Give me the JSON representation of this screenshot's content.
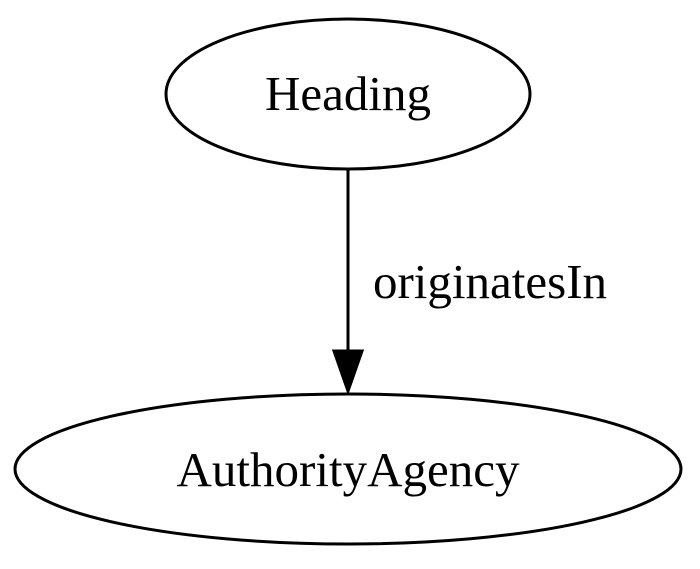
{
  "diagram": {
    "nodes": [
      {
        "id": "heading",
        "label": "Heading"
      },
      {
        "id": "authority_agency",
        "label": "AuthorityAgency"
      }
    ],
    "edges": [
      {
        "from": "heading",
        "to": "authority_agency",
        "label": "originatesIn"
      }
    ],
    "colors": {
      "stroke": "#000000",
      "background": "#ffffff"
    }
  }
}
